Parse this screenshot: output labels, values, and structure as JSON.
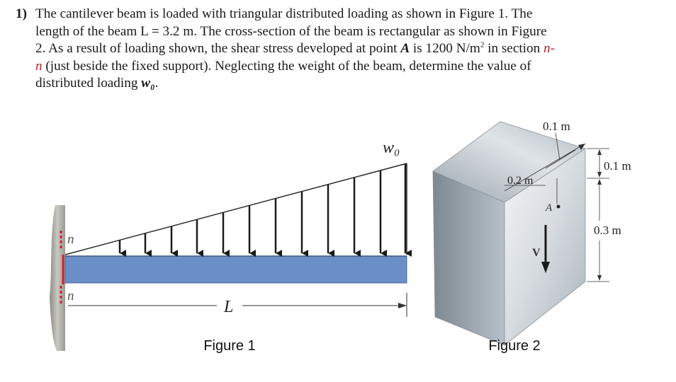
{
  "problem": {
    "number": "1)",
    "line1": "The cantilever beam is loaded with triangular distributed loading as shown in Figure 1. The",
    "line2": "length of the beam L = 3.2 m. The cross-section of the beam is rectangular as shown in Figure",
    "line3_a": "2. As a result of loading shown, the shear stress developed at point ",
    "line3_pt": "A",
    "line3_b": " is 1200 N/m",
    "line3_sup": "2",
    "line3_c": " in section ",
    "line3_n": "n-",
    "line4_n": "n",
    "line4_b": " (just beside the fixed support). Neglecting the weight of the beam, determine the value of",
    "line5_a": "distributed loading ",
    "line5_w": "w₀",
    "line5_end": "."
  },
  "figure1": {
    "caption": "Figure 1",
    "load_label": "w₀",
    "length_label": "L",
    "section_top": "n",
    "section_bottom": "n",
    "colors": {
      "beam": "#6a8fc7",
      "section": "#d02030",
      "wall": "#b8b8b0"
    }
  },
  "figure2": {
    "caption": "Figure 2",
    "dim_top": "0.1 m",
    "dim_width": "0.2 m",
    "dim_right_top": "0.1 m",
    "dim_right_height": "0.3 m",
    "point_label": "A",
    "shear_label": "V"
  }
}
